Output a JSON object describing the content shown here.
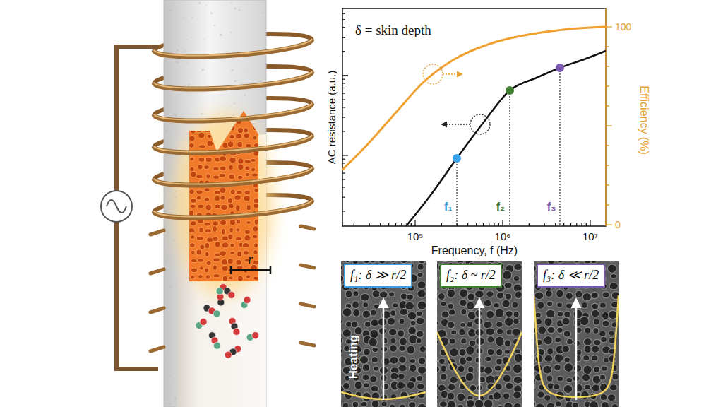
{
  "diagram": {
    "nodes": [
      {
        "text": [
          "f₁: δ ≫ r/2"
        ]
      },
      {
        "text": [
          "f₂: δ ~ r/2"
        ]
      },
      {
        "text": [
          "f₃: δ ≪ r/2"
        ]
      }
    ],
    "labels": [
      "δ = skin depth",
      "AC resistance (a.u.)",
      "Efficiency (%)",
      "10⁵",
      "10⁶",
      "10⁷",
      "100",
      "0",
      "Frequency, f (Hz)",
      "f₁",
      "f₂",
      "f₃",
      "Heating",
      "r"
    ]
  }
}
